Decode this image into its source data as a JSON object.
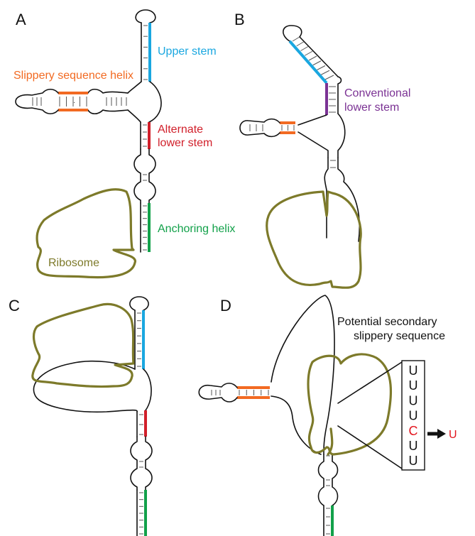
{
  "panels": {
    "a": {
      "letter": "A",
      "labels": {
        "upper_stem": "Upper stem",
        "slippery_helix": "Slippery sequence helix",
        "alternate_lower_stem": "Alternate lower stem",
        "anchoring_helix": "Anchoring helix",
        "ribosome": "Ribosome"
      }
    },
    "b": {
      "letter": "B",
      "labels": {
        "conventional_lower_stem": "Conventional lower stem"
      }
    },
    "c": {
      "letter": "C"
    },
    "d": {
      "letter": "D",
      "labels": {
        "potential_secondary_slippery": "Potential secondary slippery sequence"
      },
      "sequence": [
        "U",
        "U",
        "U",
        "U",
        "C",
        "U",
        "U"
      ],
      "mutation_to": "U"
    }
  },
  "colors": {
    "upper_stem": "#1aa7e0",
    "slippery_helix": "#f26a22",
    "alternate_lower_stem": "#d11f2a",
    "anchoring_helix": "#12a14a",
    "conventional_lower_stem": "#7b3294",
    "ribosome": "#7d7a2a",
    "mutated_base": "#e3151e"
  }
}
